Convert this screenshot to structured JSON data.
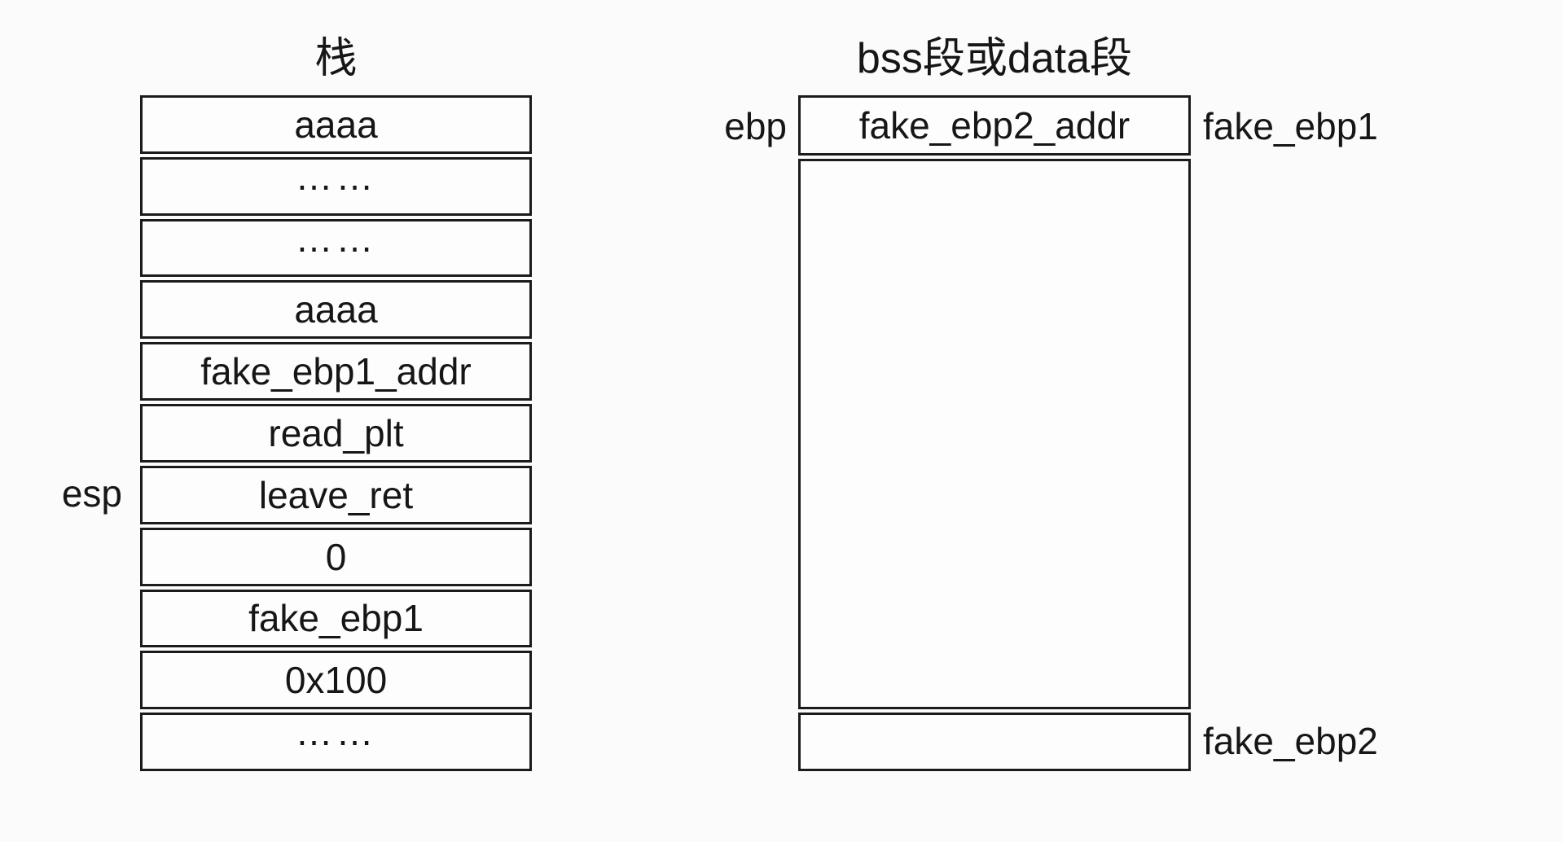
{
  "page": {
    "background_color": "#fbfbfb",
    "line_color": "#1b1b1b",
    "text_color": "#161616"
  },
  "stack_diagram": {
    "title": "栈",
    "esp_label": "esp",
    "rows": [
      "aaaa",
      "……",
      "……",
      "aaaa",
      "fake_ebp1_addr",
      "read_plt",
      "leave_ret",
      "0",
      "fake_ebp1",
      "0x100",
      "……"
    ]
  },
  "bss_diagram": {
    "title": "bss段或data段",
    "ebp_label": "ebp",
    "first_row": "fake_ebp2_addr",
    "middle_row": "",
    "bottom_row": "",
    "right_label_top": "fake_ebp1",
    "right_label_bottom": "fake_ebp2"
  }
}
